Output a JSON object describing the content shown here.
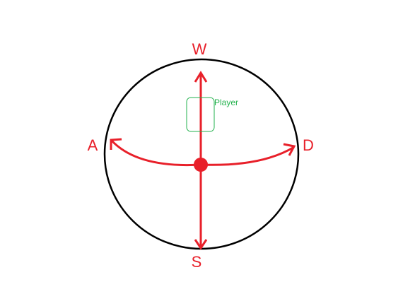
{
  "diagram": {
    "labels": {
      "up": "W",
      "down": "S",
      "left": "A",
      "right": "D",
      "player": "Player"
    },
    "colors": {
      "arrow": "#e8202a",
      "circle": "#000000",
      "player": "#22b14c",
      "background": "#ffffff"
    }
  }
}
